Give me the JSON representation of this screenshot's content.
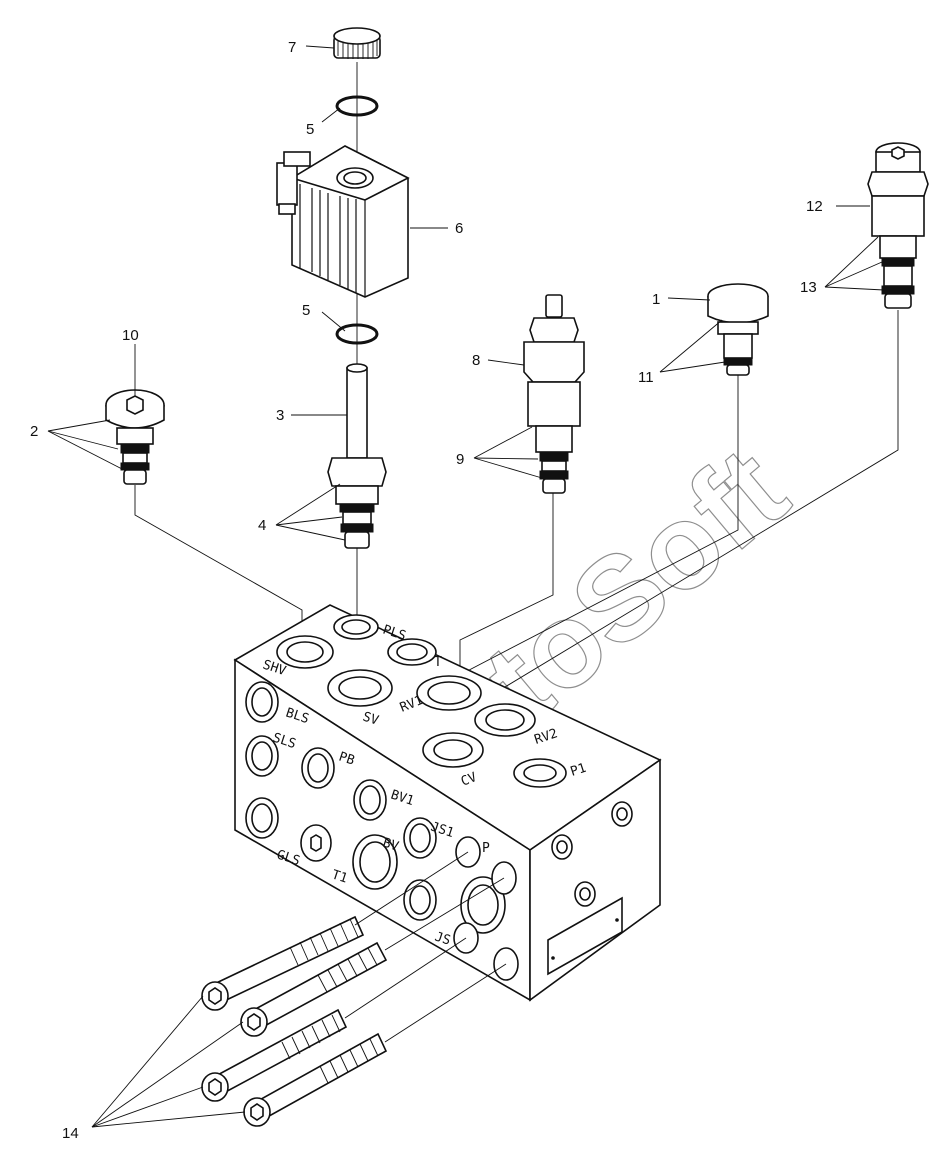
{
  "watermark": "AutoSoft",
  "callouts": {
    "c1": "1",
    "c2": "2",
    "c3": "3",
    "c4": "4",
    "c5a": "5",
    "c5b": "5",
    "c6": "6",
    "c7": "7",
    "c8": "8",
    "c9": "9",
    "c10": "10",
    "c11": "11",
    "c12": "12",
    "c13": "13",
    "c14": "14"
  },
  "ports": {
    "shv": "SHV",
    "pls": "PLS",
    "t": "T",
    "sv": "SV",
    "rv1": "RV1",
    "rv2": "RV2",
    "cv": "CV",
    "p1": "P1",
    "bls": "BLS",
    "sls": "SLS",
    "pb": "PB",
    "bv1": "BV1",
    "js1": "JS1",
    "gls": "GLS",
    "t1": "T1",
    "bv": "BV",
    "p": "P",
    "js": "JS"
  }
}
